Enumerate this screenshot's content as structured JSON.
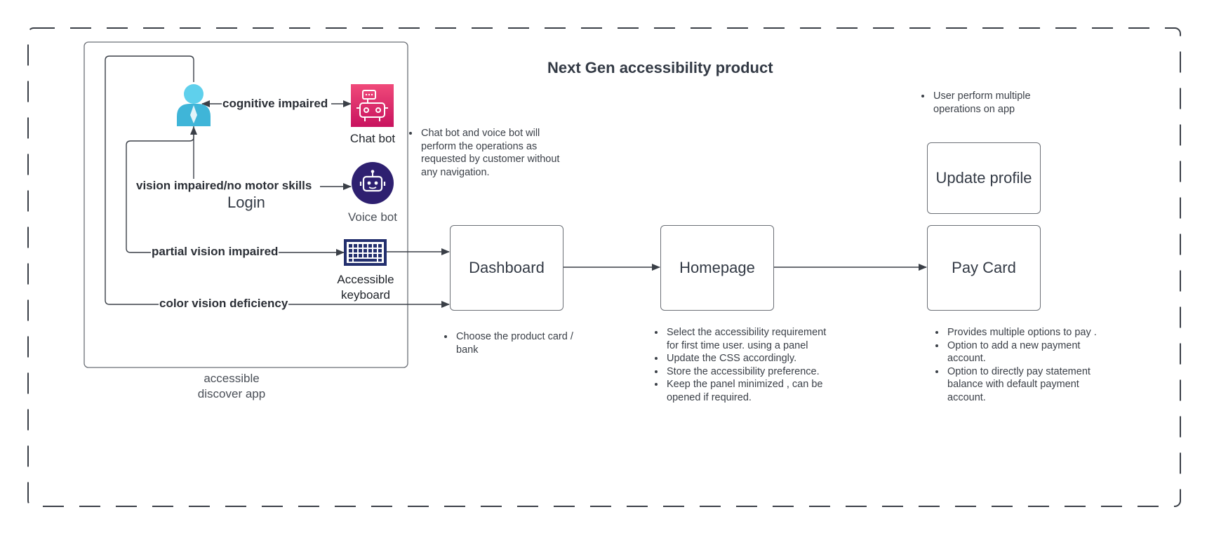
{
  "title": "Next Gen accessibility product",
  "app_group": {
    "caption": "accessible discover app",
    "login_label": "Login"
  },
  "edges": {
    "cognitive": "cognitive impaired",
    "vision": "vision impaired/no motor skills",
    "partial": "partial vision impaired",
    "color": "color vision deficiency"
  },
  "tools": {
    "chatbot": "Chat bot",
    "voicebot": "Voice bot",
    "keyboard": "Accessible keyboard"
  },
  "boxes": {
    "dashboard": "Dashboard",
    "homepage": "Homepage",
    "paycard": "Pay Card",
    "update_profile": "Update profile"
  },
  "notes": {
    "bots": [
      "Chat bot and voice bot will perform the operations as requested by customer without any navigation."
    ],
    "dashboard": [
      "Choose the product card / bank"
    ],
    "homepage": [
      "Select the accessibility requirement for first time user. using a panel",
      "Update the CSS accordingly.",
      "Store the accessibility preference.",
      "Keep the panel minimized , can be opened if required."
    ],
    "user_ops": [
      "User perform multiple operations on app"
    ],
    "paycard": [
      "Provides multiple options to pay .",
      "Option  to add a new payment account.",
      "Option to directly pay statement balance with default payment account."
    ]
  },
  "icons": {
    "user": "user-person-icon",
    "chatbot": "chatbot-icon",
    "voicebot": "voicebot-icon",
    "keyboard": "keyboard-icon"
  },
  "colors": {
    "frame": "#3a3f47",
    "line": "#3a3f47",
    "chatbot_gradient_top": "#f04a7a",
    "chatbot_gradient_bottom": "#c8125e",
    "voicebot": "#2e2070",
    "keyboard": "#232f6e",
    "user_head": "#5fd0ec",
    "user_body": "#3fb5d8"
  }
}
